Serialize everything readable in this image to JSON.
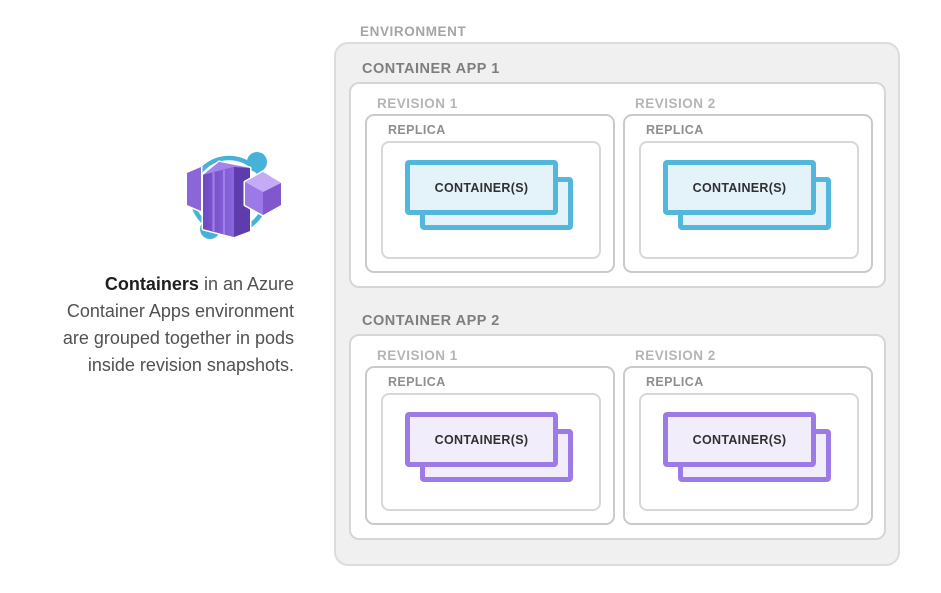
{
  "colors": {
    "env-bg": "#f0f0f0",
    "env-border": "#dcdcdc",
    "box-bg": "#ffffff",
    "app-border": "#d6d6d6",
    "revision-border": "#cacaca",
    "replica-border": "#d8d8d8",
    "teal-border": "#52b7da",
    "teal-fill": "#e4f2f9",
    "purple-border": "#9c7be6",
    "purple-fill": "#f2edfb",
    "env-label": "#a5a5a5",
    "app-label": "#7e7e7e",
    "revision-label": "#b5b5b5",
    "replica-label": "#8e8e8e",
    "container-label": "#303030",
    "caption-text": "#515151",
    "icon-ring": "#47b2d8"
  },
  "icon": {
    "name": "azure-container-apps-icon"
  },
  "caption": {
    "line1_bold": "Containers",
    "line1_rest": " in an Azure",
    "line2": "Container Apps environment",
    "line3": "are grouped together in pods",
    "line4": "inside revision snapshots."
  },
  "environment": {
    "label": "ENVIRONMENT",
    "apps": [
      {
        "label": "CONTAINER APP 1",
        "accent": "teal",
        "revisions": [
          {
            "label": "REVISION 1",
            "replica_label": "REPLICA",
            "container_label": "CONTAINER(S)"
          },
          {
            "label": "REVISION 2",
            "replica_label": "REPLICA",
            "container_label": "CONTAINER(S)"
          }
        ]
      },
      {
        "label": "CONTAINER APP 2",
        "accent": "purple",
        "revisions": [
          {
            "label": "REVISION 1",
            "replica_label": "REPLICA",
            "container_label": "CONTAINER(S)"
          },
          {
            "label": "REVISION 2",
            "replica_label": "REPLICA",
            "container_label": "CONTAINER(S)"
          }
        ]
      }
    ]
  }
}
